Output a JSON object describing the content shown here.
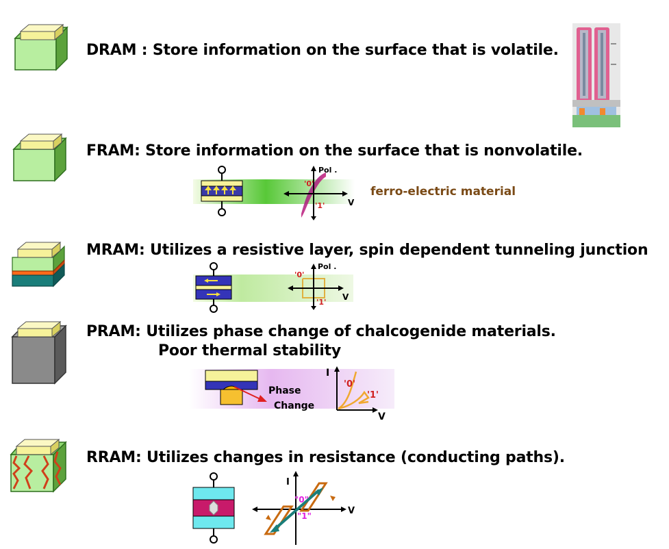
{
  "rows": [
    {
      "key": "dram",
      "text": "DRAM : Store information on the surface that is volatile."
    },
    {
      "key": "fram",
      "text": "FRAM:  Store information on the surface that is nonvolatile."
    },
    {
      "key": "mram",
      "text": "MRAM:  Utilizes a resistive layer, spin dependent tunneling junction"
    },
    {
      "key": "pram",
      "text": "PRAM:  Utilizes phase change of chalcogenide materials."
    },
    {
      "key": "rram",
      "text": "RRAM: Utilizes changes in resistance (conducting paths)."
    }
  ],
  "pram_line2": "Poor thermal stability",
  "fram_material": "ferro-electric material",
  "labels": {
    "pol": "Pol .",
    "v": "V",
    "i": "I",
    "zero": "'0'",
    "one": "'1'",
    "phase": "Phase",
    "change": "Change",
    "zero_q": "\"0\"",
    "one_q": "\"1\""
  },
  "colors": {
    "cube_green": "#b8eea0",
    "cube_dark": "#5ca23c",
    "cap_yellow": "#f6f29a",
    "mram_teal": "#1a7e7a",
    "mram_orange": "#ff6a1a",
    "pram_gray": "#8a8a8a",
    "rram_red": "#d0401a"
  }
}
